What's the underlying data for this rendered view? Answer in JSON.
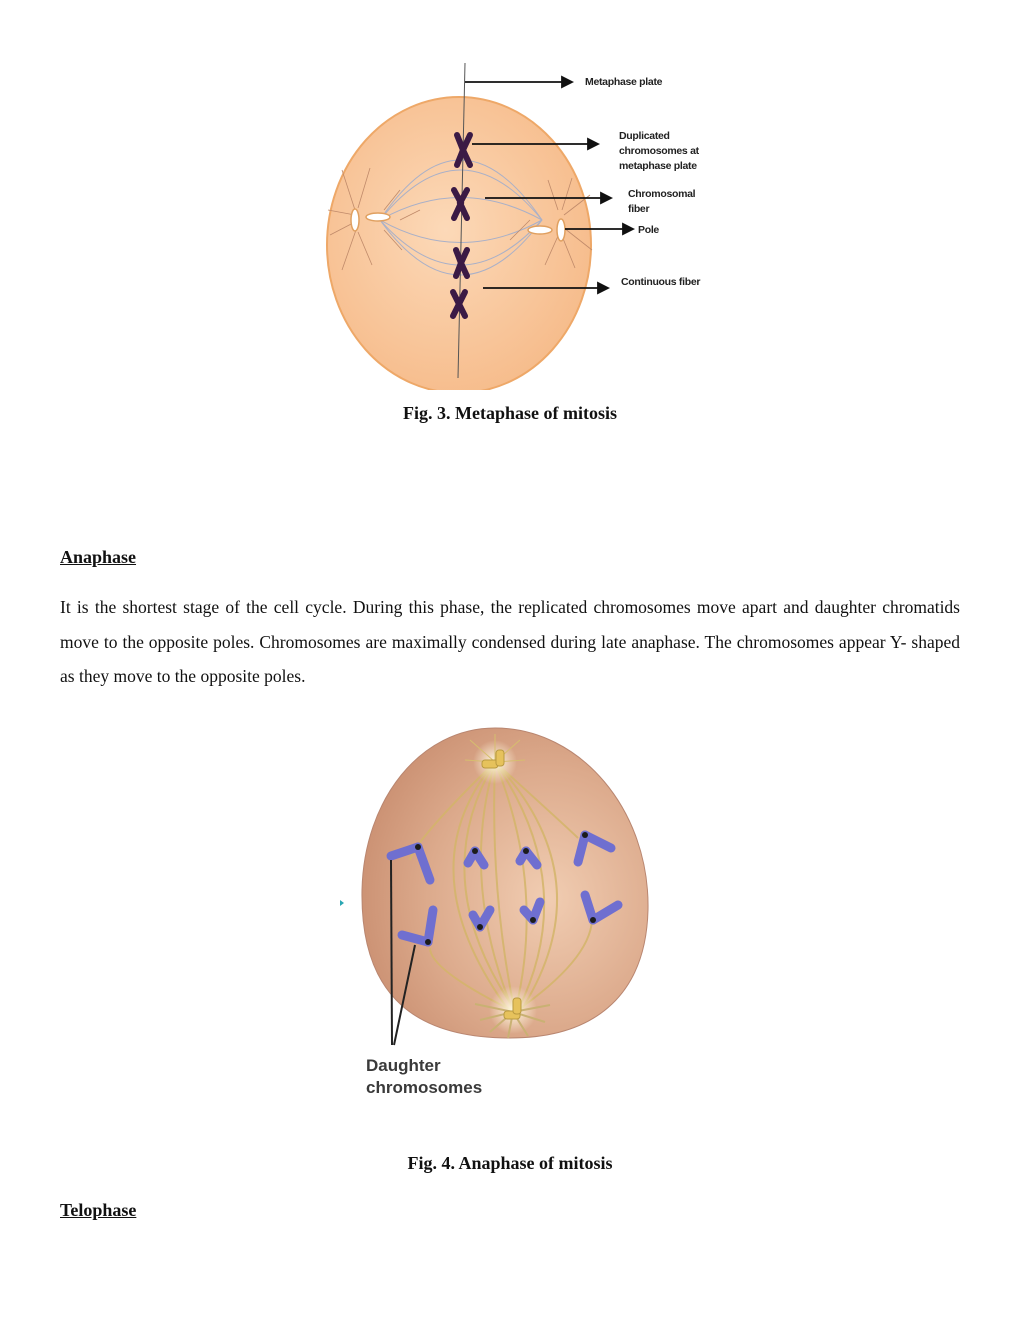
{
  "figures": [
    {
      "id": "fig3",
      "caption": "Fig. 3. Metaphase of mitosis",
      "labels": {
        "metaphase_plate": "Metaphase plate",
        "duplicated_line1": "Duplicated",
        "duplicated_line2": "chromosomes at",
        "duplicated_line3": "metaphase plate",
        "chromosomal_line1": "Chromosomal",
        "chromosomal_line2": "fiber",
        "pole": "Pole",
        "continuous": "Continuous fiber"
      },
      "colors": {
        "cell_fill": "#f9c9a0",
        "cell_edge": "#f0a868",
        "chromosome": "#3b1a45"
      }
    },
    {
      "id": "fig4",
      "caption": "Fig. 4. Anaphase of mitosis",
      "labels": {
        "daughter_line1": "Daughter",
        "daughter_line2": "chromosomes"
      },
      "colors": {
        "cell_fill": "#dba88a",
        "chromosome": "#6f6fd0",
        "spindle": "#d4b56a"
      }
    }
  ],
  "sections": {
    "anaphase": {
      "heading": "Anaphase",
      "paragraph": "It is the shortest stage of the cell cycle. During this phase, the replicated chromosomes move apart and daughter chromatids move to the opposite poles. Chromosomes are maximally condensed during late anaphase. The chromosomes appear Y- shaped as they move to the opposite poles."
    },
    "telophase": {
      "heading": "Telophase"
    }
  }
}
